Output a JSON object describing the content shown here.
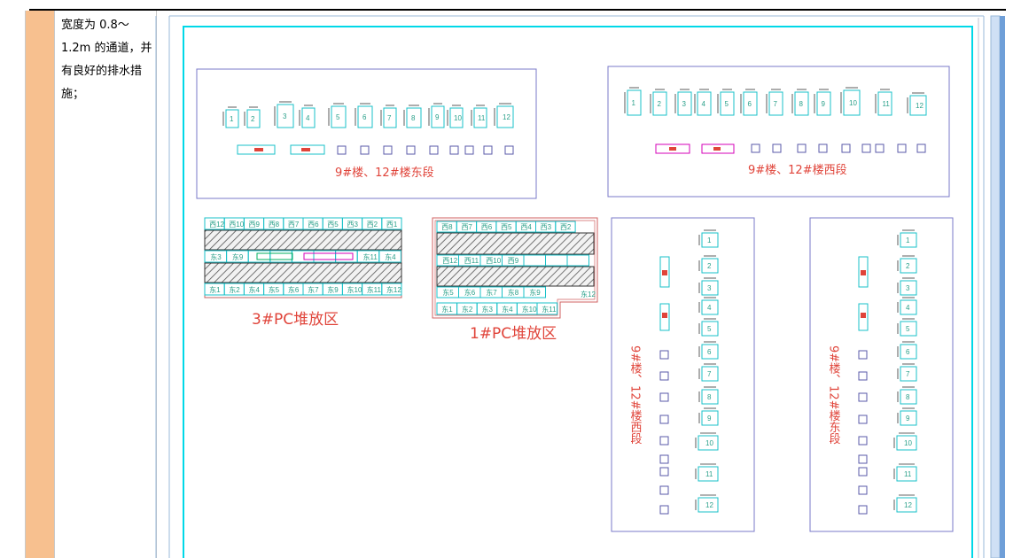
{
  "doc": {
    "paragraph": "宽度为 0.8～1.2m 的通道，并有良好的排水措施；"
  },
  "drawing": {
    "colors": {
      "frame": "#00d8e8",
      "zone": "#7a78c8",
      "label": "#e0443a",
      "box": "#18c0c8",
      "number": "#2aa08a",
      "magenta": "#d400b8"
    },
    "east_top": {
      "label": "9#楼、12#楼东段",
      "items": [
        "1",
        "2",
        "3",
        "4",
        "5",
        "6",
        "7",
        "8",
        "9",
        "10",
        "11",
        "12"
      ]
    },
    "west_top": {
      "label": "9#楼、12#楼西段",
      "items": [
        "1",
        "2",
        "3",
        "4",
        "5",
        "6",
        "7",
        "8",
        "9",
        "10",
        "11",
        "12"
      ]
    },
    "pc3": {
      "label": "3#PC堆放区",
      "row1": [
        "西12",
        "西10",
        "西9",
        "西8",
        "西7",
        "西6",
        "西5",
        "西3",
        "西2",
        "西1"
      ],
      "row2": [
        "东3",
        "东9",
        "",
        "",
        "",
        "",
        "",
        "东11",
        "东4"
      ],
      "row3": [
        "东1",
        "东2",
        "东4",
        "东5",
        "东6",
        "东7",
        "东9",
        "东10",
        "东11",
        "东12"
      ]
    },
    "pc1": {
      "label": "1#PC堆放区",
      "row1": [
        "西8",
        "西7",
        "西6",
        "西5",
        "西4",
        "西3",
        "西2"
      ],
      "row2": [
        "西12",
        "西11",
        "西10",
        "西9",
        "",
        "",
        ""
      ],
      "row3": [
        "东5",
        "东6",
        "东7",
        "东8",
        "东9",
        "东12"
      ],
      "row4": [
        "东1",
        "东2",
        "东3",
        "东4",
        "东10",
        "东11"
      ]
    },
    "west_side": {
      "label": "9#楼、12#楼西段",
      "items": [
        "1",
        "2",
        "3",
        "4",
        "5",
        "6",
        "7",
        "8",
        "9",
        "10",
        "11",
        "12"
      ]
    },
    "east_side": {
      "label": "9#楼、12#楼东段",
      "items": [
        "1",
        "2",
        "3",
        "4",
        "5",
        "6",
        "7",
        "8",
        "9",
        "10",
        "11",
        "12"
      ]
    }
  }
}
